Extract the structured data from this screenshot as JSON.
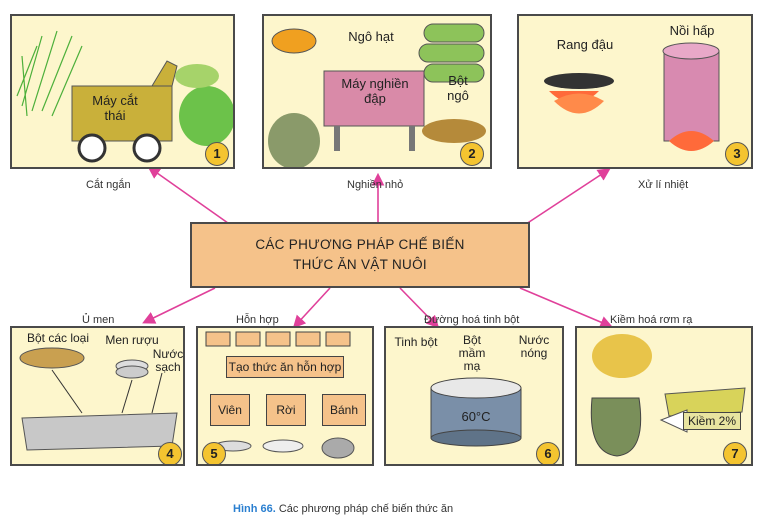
{
  "center": {
    "line1": "CÁC PHƯƠNG PHÁP CHẾ BIẾN",
    "line2": "THỨC ĂN VẬT NUÔI"
  },
  "methods": [
    {
      "num": "1",
      "caption": "Cắt ngắn",
      "labels": {
        "machine": "Máy cắt thái"
      }
    },
    {
      "num": "2",
      "caption": "Nghiền nhỏ",
      "labels": {
        "grain": "Ngô hạt",
        "machine": "Máy nghiền đập",
        "flour": "Bột ngô"
      }
    },
    {
      "num": "3",
      "caption": "Xử lí nhiệt",
      "labels": {
        "roast": "Rang đậu",
        "steam": "Nồi hấp"
      }
    },
    {
      "num": "4",
      "caption": "Ủ men",
      "labels": {
        "flour": "Bột các loại",
        "yeast": "Men rượu",
        "water": "Nước sạch"
      }
    },
    {
      "num": "5",
      "caption": "Hỗn hợp",
      "labels": {
        "make": "Tạo thức ăn hỗn hợp",
        "pellet": "Viên",
        "loose": "Rời",
        "cake": "Bánh"
      }
    },
    {
      "num": "6",
      "caption": "Đường hoá tinh bột",
      "labels": {
        "starch": "Tinh bột",
        "malt": "Bột mầm mạ",
        "hotwater": "Nước nóng",
        "temp": "60°C"
      }
    },
    {
      "num": "7",
      "caption": "Kiềm hoá rơm rạ",
      "labels": {
        "alkali": "Kiềm 2%"
      }
    }
  ],
  "figure": {
    "label": "Hình 66.",
    "caption": "Các phương pháp chế biến thức ăn"
  },
  "colors": {
    "panel_bg": "#fdf6cc",
    "center_bg": "#f5c28a",
    "arrow": "#e0409a",
    "number_badge": "#f4c430"
  }
}
